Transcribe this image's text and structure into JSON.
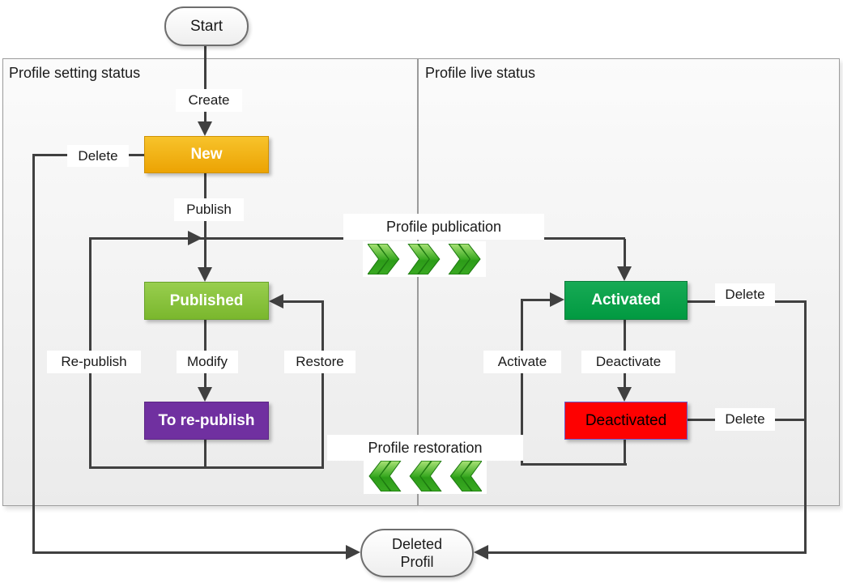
{
  "panels": {
    "setting_title": "Profile setting status",
    "live_title": "Profile live status"
  },
  "terminals": {
    "start": "Start",
    "deleted_line1": "Deleted",
    "deleted_line2": "Profil"
  },
  "states": {
    "new": "New",
    "published": "Published",
    "to_republish": "To re-publish",
    "activated": "Activated",
    "deactivated": "Deactivated"
  },
  "labels": {
    "create": "Create",
    "publish": "Publish",
    "delete_new": "Delete",
    "republish": "Re-publish",
    "modify": "Modify",
    "restore": "Restore",
    "activate": "Activate",
    "deactivate": "Deactivate",
    "delete_activated": "Delete",
    "delete_deactivated": "Delete",
    "profile_publication": "Profile publication",
    "profile_restoration": "Profile restoration"
  },
  "colors": {
    "line": "#404040",
    "label_text": "#1a1a1a",
    "panel_bg_top": "#fbfbfb",
    "panel_bg_bottom": "#ebebeb",
    "panel_border": "#9c9c9c",
    "new_top": "#f7c32b",
    "new_bottom": "#eca303",
    "new_border": "#cf9204",
    "published_top": "#98ce4e",
    "published_bottom": "#7ab72d",
    "published_border": "#68a22a",
    "activated_top": "#17aa55",
    "activated_bottom": "#019a41",
    "activated_border": "#0d7c3c",
    "to_republish_bg": "#7030a0",
    "to_republish_border": "#5c2585",
    "deactivated_bg": "#fe0101",
    "deactivated_border": "#6a5acd",
    "terminal_border": "#6e6e6e",
    "chevron_light": "#a9e276",
    "chevron_mid": "#3aa922",
    "chevron_dark": "#2c9c18",
    "chevron_stroke": "#1d7a10"
  }
}
